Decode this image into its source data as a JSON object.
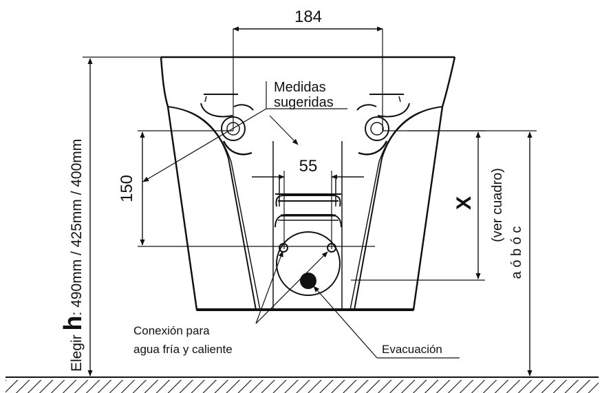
{
  "dimensions": {
    "top_width": "184",
    "inlet_spacing": "55",
    "vertical_spacing": "150"
  },
  "labels": {
    "suggested_line1": "Medidas",
    "suggested_line2": "sugeridas",
    "connection_line1": "Conexión para",
    "connection_line2": "agua fría y caliente",
    "drain": "Evacuación",
    "x_letter": "X",
    "x_note": "(ver cuadro)",
    "x_options": "a ó b ó c",
    "height_prefix": "Elegir ",
    "height_letter": "h",
    "height_values": ": 490mm / 425mm / 400mm"
  }
}
